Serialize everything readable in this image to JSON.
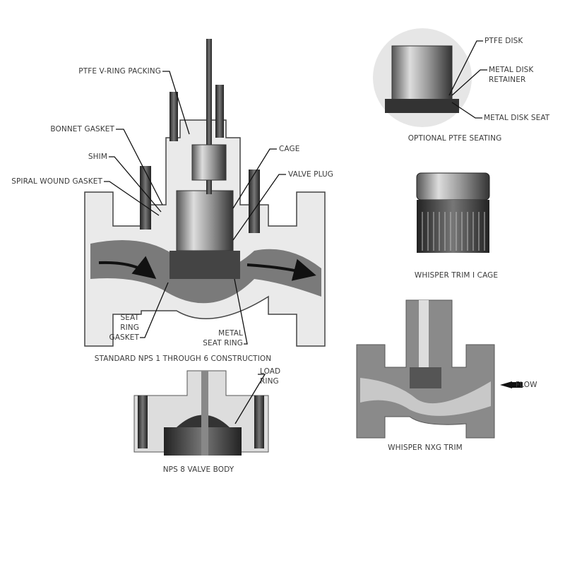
{
  "main_figure": {
    "caption": "STANDARD NPS 1 THROUGH 6 CONSTRUCTION",
    "labels": {
      "ptfe_v_ring_packing": "PTFE V-RING PACKING",
      "bonnet_gasket": "BONNET GASKET",
      "shim": "SHIM",
      "spiral_wound_gasket": "SPIRAL WOUND GASKET",
      "cage": "CAGE",
      "valve_plug": "VALVE PLUG",
      "seat_ring_gasket": [
        "SEAT",
        "RING",
        "GASKET"
      ],
      "metal_seat_ring": [
        "METAL",
        "SEAT RING"
      ]
    }
  },
  "nps8_figure": {
    "caption": "NPS 8 VALVE BODY",
    "labels": {
      "load_ring": [
        "LOAD",
        "RING"
      ]
    }
  },
  "ptfe_figure": {
    "caption": "OPTIONAL PTFE SEATING",
    "labels": {
      "ptfe_disk": "PTFE DISK",
      "metal_disk_retainer": [
        "METAL DISK",
        "RETAINER"
      ],
      "metal_disk_seat": "METAL DISK SEAT"
    }
  },
  "whisper_cage_figure": {
    "caption": "WHISPER TRIM I CAGE"
  },
  "nxg_figure": {
    "caption": "WHISPER NXG TRIM",
    "labels": {
      "flow": "FLOW"
    }
  }
}
